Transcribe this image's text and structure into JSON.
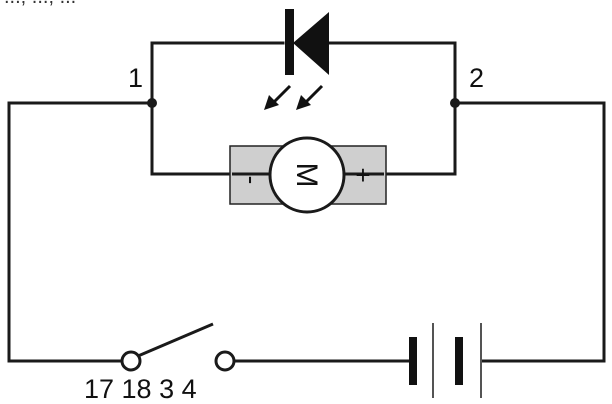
{
  "nodes": {
    "node_1": "1",
    "node_2": "2"
  },
  "motor": {
    "letter": "M",
    "minus": "-",
    "plus": "+"
  },
  "switch_terminals": "17 18 3 4",
  "top_crop_text": "...; ...; ...",
  "components": {
    "led": "led-icon",
    "motor": "motor-icon",
    "battery": "battery-icon",
    "switch": "switch-icon"
  }
}
